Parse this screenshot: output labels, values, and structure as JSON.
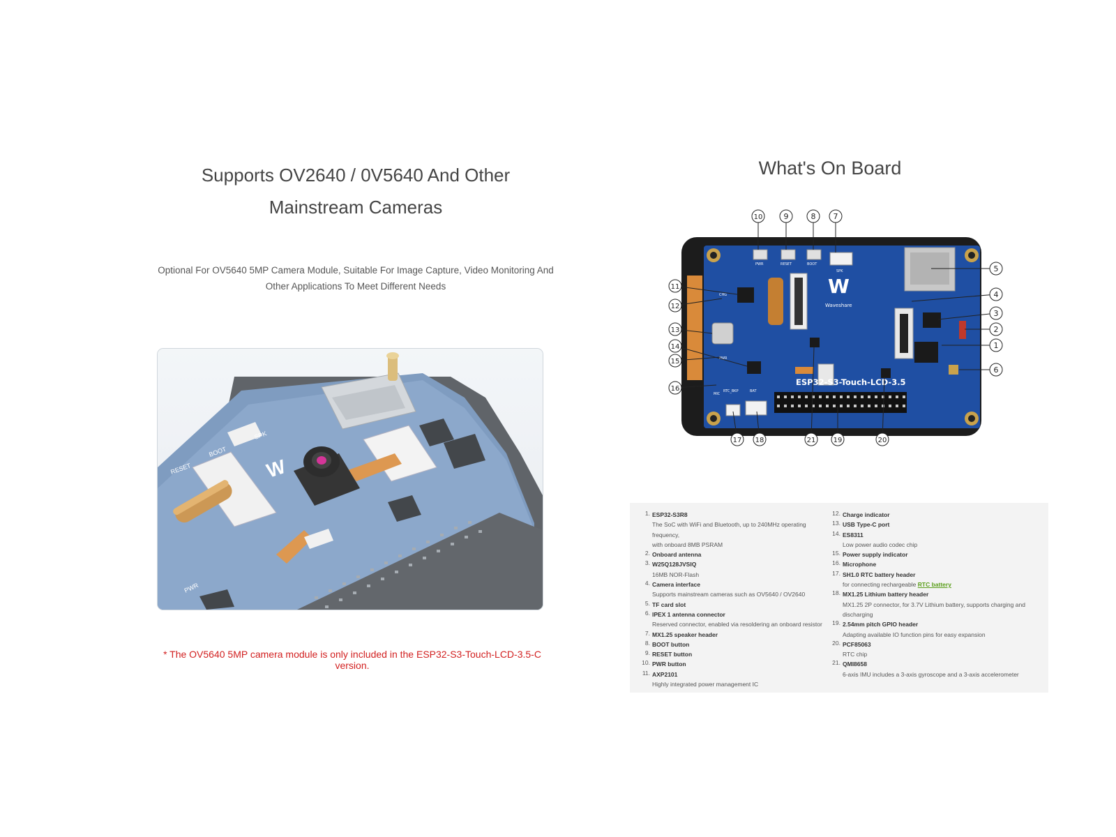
{
  "left": {
    "title_line1": "Supports OV2640 / 0V5640 And Other",
    "title_line2": "Mainstream Cameras",
    "subtitle_line1": "Optional For OV5640 5MP Camera Module, Suitable For Image Capture, Video Monitoring And",
    "subtitle_line2": "Other Applications To Meet Different Needs",
    "footnote": "* The OV5640 5MP camera module is only included in the ESP32-S3-Touch-LCD-3.5-C version.",
    "image_labels": {
      "reset": "RESET",
      "pwr": "PWR",
      "boot": "BOOT",
      "spk": "SPK"
    }
  },
  "right": {
    "title": "What's On Board",
    "board": {
      "pcb_label": "ESP32-S3-Touch-LCD-3.5",
      "brand": "Waveshare",
      "silk": {
        "pwr": "PWR",
        "reset": "RESET",
        "boot": "BOOT",
        "spk": "SPK",
        "chg": "CHG",
        "pwr_led": "PWR",
        "mic": "MIC",
        "rtc_bkp": "RTC_BKP",
        "bat": "BAT"
      },
      "callouts": [
        "1",
        "2",
        "3",
        "4",
        "5",
        "6",
        "7",
        "8",
        "9",
        "10",
        "11",
        "12",
        "13",
        "14",
        "15",
        "16",
        "17",
        "18",
        "19",
        "20",
        "21"
      ]
    },
    "specs_left": [
      {
        "num": "1.",
        "name": "ESP32-S3R8",
        "desc": [
          "The SoC with WiFi and Bluetooth, up to 240MHz operating frequency,",
          "with onboard 8MB PSRAM"
        ]
      },
      {
        "num": "2.",
        "name": "Onboard antenna",
        "desc": []
      },
      {
        "num": "3.",
        "name": "W25Q128JVSIQ",
        "desc": [
          "16MB NOR-Flash"
        ]
      },
      {
        "num": "4.",
        "name": "Camera interface",
        "desc": [
          "Supports mainstream cameras such as OV5640 / OV2640"
        ]
      },
      {
        "num": "5.",
        "name": "TF card slot",
        "desc": []
      },
      {
        "num": "6.",
        "name": "IPEX 1 antenna connector",
        "desc": [
          "Reserved connector, enabled via resoldering an onboard resistor"
        ]
      },
      {
        "num": "7.",
        "name": "MX1.25 speaker header",
        "desc": []
      },
      {
        "num": "8.",
        "name": "BOOT button",
        "desc": []
      },
      {
        "num": "9.",
        "name": "RESET button",
        "desc": []
      },
      {
        "num": "10.",
        "name": "PWR button",
        "desc": []
      },
      {
        "num": "11.",
        "name": "AXP2101",
        "desc": [
          "Highly integrated power management IC"
        ]
      }
    ],
    "specs_right": [
      {
        "num": "12.",
        "name": "Charge indicator",
        "desc": []
      },
      {
        "num": "13.",
        "name": "USB Type-C port",
        "desc": []
      },
      {
        "num": "14.",
        "name": "ES8311",
        "desc": [
          "Low power audio codec chip"
        ]
      },
      {
        "num": "15.",
        "name": "Power supply indicator",
        "desc": []
      },
      {
        "num": "16.",
        "name": "Microphone",
        "desc": []
      },
      {
        "num": "17.",
        "name": "SH1.0 RTC battery header",
        "desc": [],
        "desc_prefix": "for connecting rechargeable ",
        "link": "RTC battery"
      },
      {
        "num": "18.",
        "name": "MX1.25 Lithium battery header",
        "desc": [
          "MX1.25 2P connector, for 3.7V Lithium battery, supports charging and",
          "discharging"
        ]
      },
      {
        "num": "19.",
        "name": "2.54mm pitch GPIO header",
        "desc": [
          "Adapting available IO function pins for easy expansion"
        ]
      },
      {
        "num": "20.",
        "name": "PCF85063",
        "desc": [
          "RTC chip"
        ]
      },
      {
        "num": "21.",
        "name": "QMI8658",
        "desc": [
          "6-axis IMU includes a 3-axis gyroscope and a 3-axis accelerometer"
        ]
      }
    ]
  },
  "colors": {
    "pcb_blue": "#1f4fa3",
    "footnote_red": "#d22020",
    "link_green": "#5a9e1a",
    "spec_bg": "#f3f3f3"
  }
}
